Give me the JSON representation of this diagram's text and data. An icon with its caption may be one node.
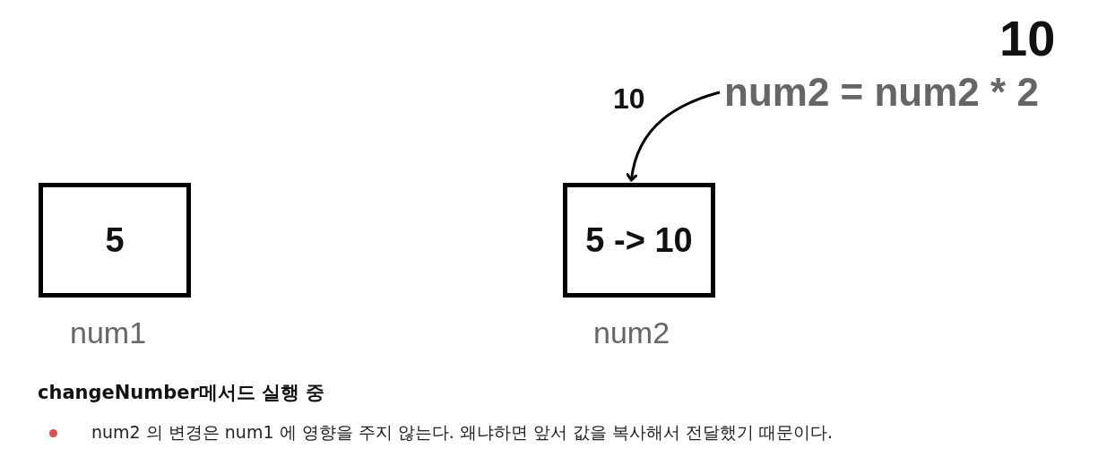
{
  "diagram": {
    "nodes": [
      {
        "text": [
          "5"
        ],
        "beside": [
          "num1"
        ]
      },
      {
        "text": [
          "5 -> 10"
        ],
        "beside": [
          "num2"
        ]
      },
      {
        "text": [
          "num2 = num2 * 2"
        ]
      }
    ],
    "edges": [
      {
        "from": 2,
        "to": 1,
        "arrow": "to",
        "label": "10"
      }
    ],
    "labels": [
      "10",
      "changeNumber메서드 실행 중",
      "num2 의 변경은 num1 에 영향을 주지 않는다. 왜냐하면 앞서 값을 복사해서 전달했기 때문이다."
    ]
  }
}
